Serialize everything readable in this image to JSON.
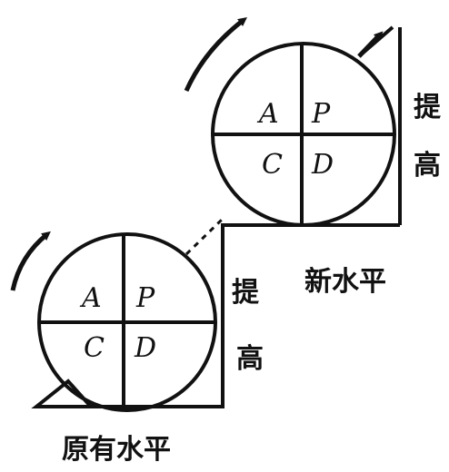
{
  "lower_wheel": {
    "quadrants": {
      "top_left": "A",
      "top_right": "P",
      "bottom_left": "C",
      "bottom_right": "D"
    }
  },
  "upper_wheel": {
    "quadrants": {
      "top_left": "A",
      "top_right": "P",
      "bottom_left": "C",
      "bottom_right": "D"
    }
  },
  "labels": {
    "original_level": "原有水平",
    "new_level": "新水平",
    "raise_lower_1": "提",
    "raise_lower_2": "高",
    "raise_upper_1": "提",
    "raise_upper_2": "高"
  }
}
